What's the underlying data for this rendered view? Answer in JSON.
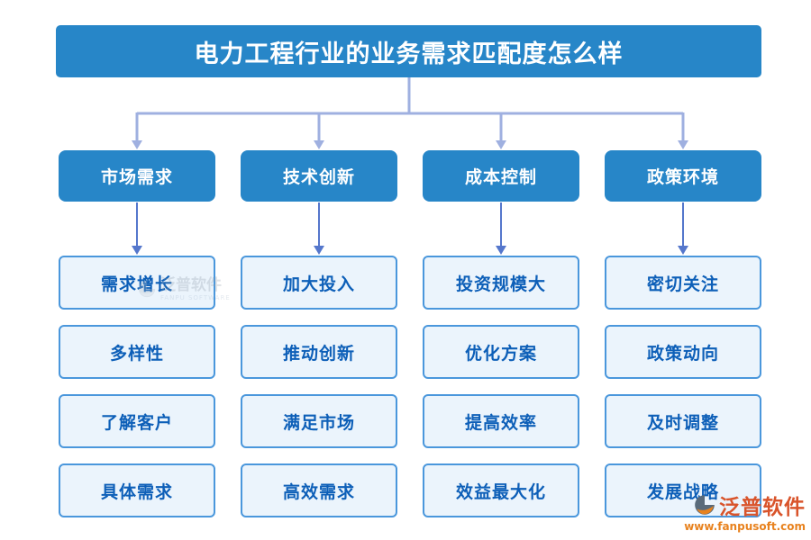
{
  "title": "电力工程行业的业务需求匹配度怎么样",
  "columns": [
    {
      "category": "市场需求",
      "items": [
        "需求增长",
        "多样性",
        "了解客户",
        "具体需求"
      ]
    },
    {
      "category": "技术创新",
      "items": [
        "加大投入",
        "推动创新",
        "满足市场",
        "高效需求"
      ]
    },
    {
      "category": "成本控制",
      "items": [
        "投资规模大",
        "优化方案",
        "提高效率",
        "效益最大化"
      ]
    },
    {
      "category": "政策环境",
      "items": [
        "密切关注",
        "政策动向",
        "及时调整",
        "发展战略"
      ]
    }
  ],
  "watermark_center": {
    "brand": "泛普软件",
    "subtitle": "FANPU SOFTWARE"
  },
  "watermark_footer": {
    "brand": "泛普软件",
    "url": "www.fanpusoft.com"
  },
  "colors": {
    "primary_blue": "#2786c8",
    "item_fill": "#ebf4fc",
    "item_border": "#4a97dc",
    "item_text": "#0d5fb8",
    "tree_connector": "#9fb0e0",
    "arrow_blue": "#5577cc",
    "brand_red_orange": "#d9542b",
    "brand_orange": "#e8821e"
  }
}
